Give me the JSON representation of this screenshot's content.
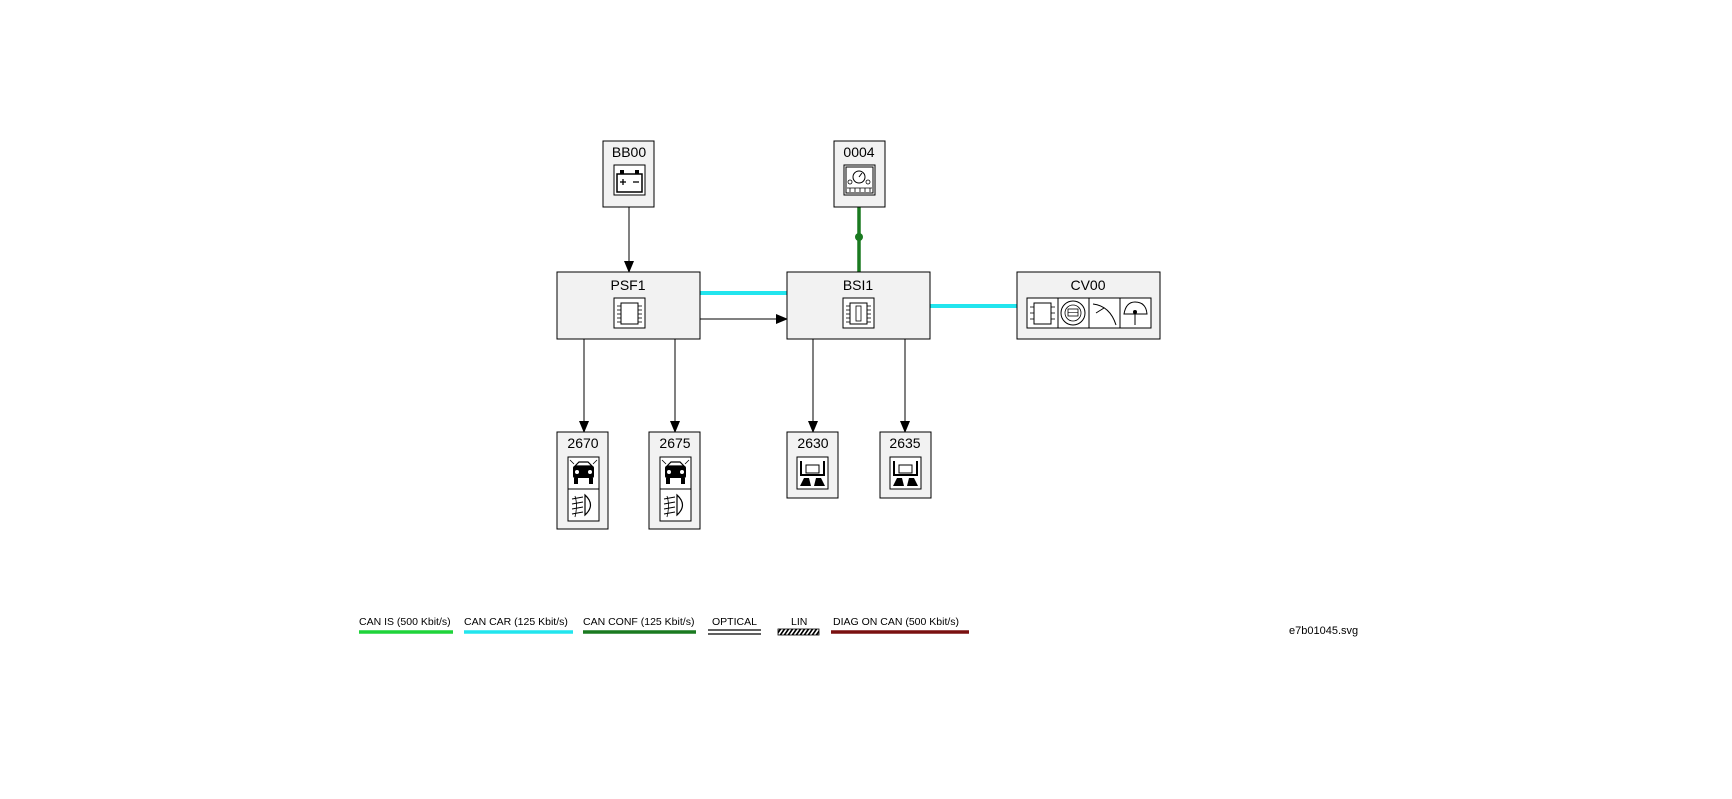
{
  "diagram": {
    "nodes": {
      "bb00": "BB00",
      "n0004": "0004",
      "psf1": "PSF1",
      "bsi1": "BSI1",
      "cv00": "CV00",
      "n2670": "2670",
      "n2675": "2675",
      "n2630": "2630",
      "n2635": "2635"
    },
    "legend": [
      {
        "label": "CAN IS (500 Kbit/s)",
        "color": "#1ed43a",
        "style": "solid"
      },
      {
        "label": "CAN CAR (125 Kbit/s)",
        "color": "#22e5ee",
        "style": "solid"
      },
      {
        "label": "CAN CONF (125 Kbit/s)",
        "color": "#1a7a20",
        "style": "solid"
      },
      {
        "label": "OPTICAL",
        "color": "#000000",
        "style": "double"
      },
      {
        "label": "LIN",
        "color": "#000000",
        "style": "hatched"
      },
      {
        "label": "DIAG ON CAN  (500 Kbit/s)",
        "color": "#7a1010",
        "style": "solid"
      }
    ],
    "filename": "e7b01045.svg"
  }
}
